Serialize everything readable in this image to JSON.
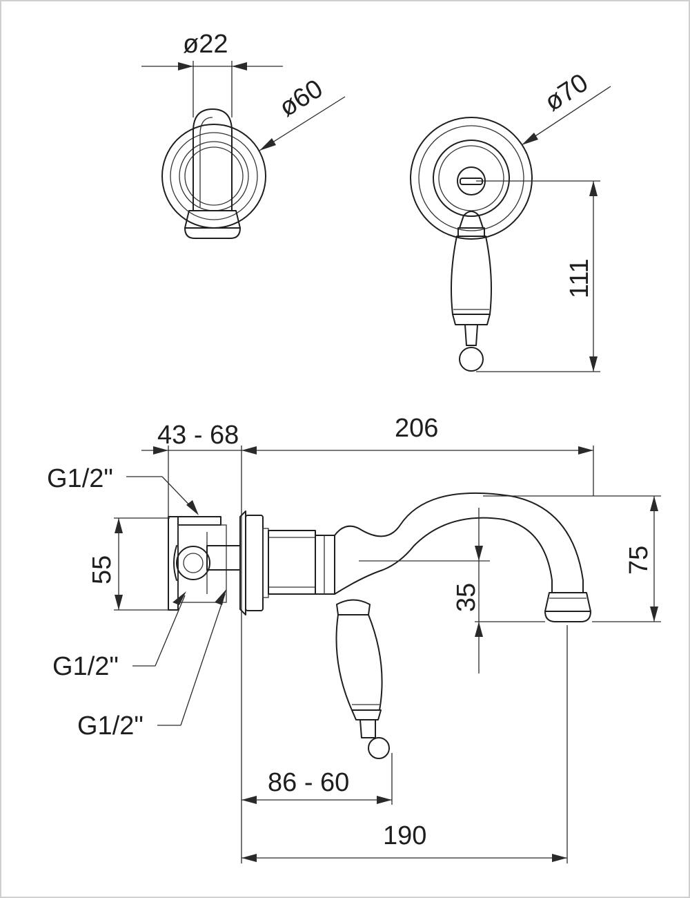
{
  "dimensions": {
    "spout_diameter": "ø22",
    "spout_rosette_diameter": "ø60",
    "lever_rosette_diameter": "ø70",
    "lever_height": "111",
    "wall_depth": "43 - 68",
    "spout_projection_top": "206",
    "inlet_top": "G1/2\"",
    "inlet_left_lower": "G1/2\"",
    "inlet_right_lower": "G1/2\"",
    "body_height": "55",
    "spout_height": "75",
    "spout_outlet_height": "35",
    "lever_projection": "86 - 60",
    "spout_projection_bottom": "190"
  },
  "colors": {
    "line": "#1e1e1e",
    "background": "#ffffff"
  }
}
